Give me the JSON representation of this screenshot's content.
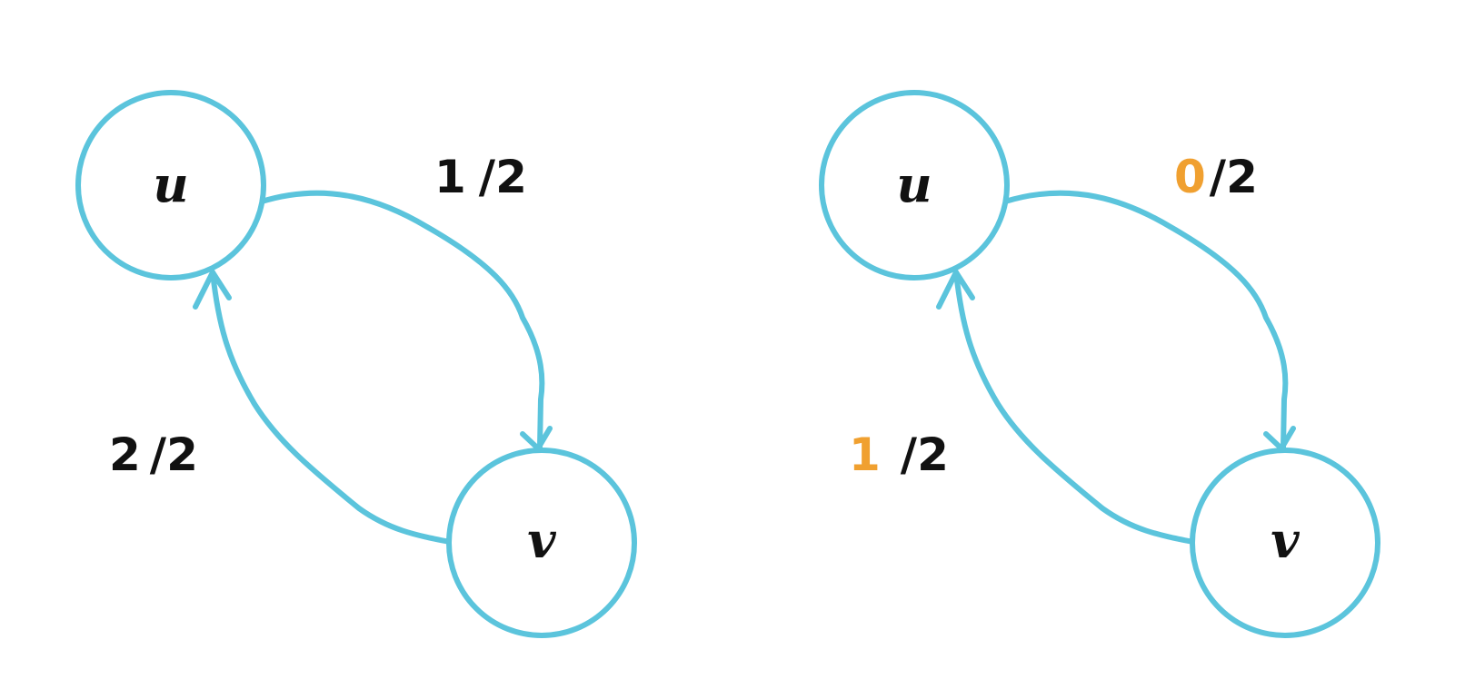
{
  "colors": {
    "node_stroke": "#5bc4dc",
    "edge_stroke": "#5bc4dc",
    "text": "#111111",
    "highlight": "#f0a030"
  },
  "graphs": [
    {
      "nodes": {
        "u": {
          "label": "u"
        },
        "v": {
          "label": "v"
        }
      },
      "edges": {
        "u_to_v": {
          "flow": "1",
          "capacity": "2",
          "separator": "/",
          "flow_highlighted": false
        },
        "v_to_u": {
          "flow": "2",
          "capacity": "2",
          "separator": "/",
          "flow_highlighted": false
        }
      }
    },
    {
      "nodes": {
        "u": {
          "label": "u"
        },
        "v": {
          "label": "v"
        }
      },
      "edges": {
        "u_to_v": {
          "flow": "0",
          "capacity": "2",
          "separator": "/",
          "flow_highlighted": true
        },
        "v_to_u": {
          "flow": "1",
          "capacity": "2",
          "separator": "/",
          "flow_highlighted": true
        }
      }
    }
  ]
}
